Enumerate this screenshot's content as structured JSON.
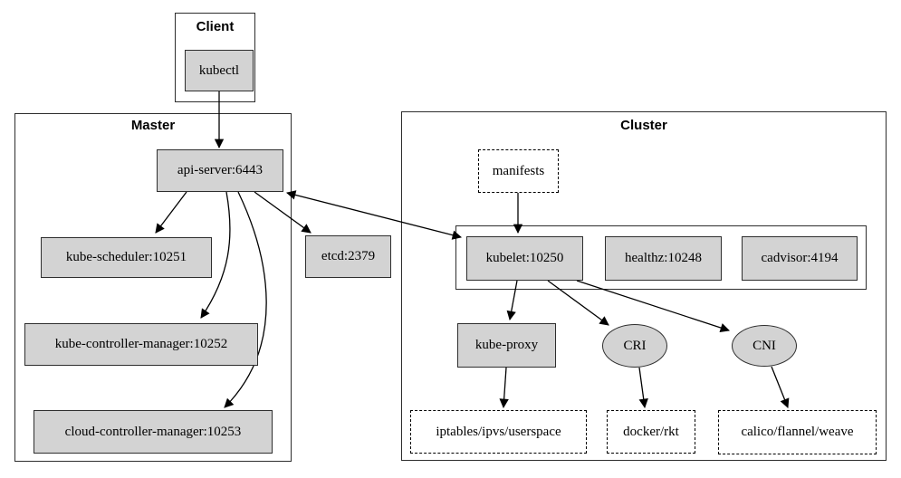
{
  "colors": {
    "background": "#ffffff",
    "node_fill": "#d3d3d3",
    "node_border": "#2e2e2e",
    "cluster_border": "#2d2d2d",
    "edge": "#000000",
    "text": "#000000"
  },
  "clusters": {
    "client": {
      "label": "Client"
    },
    "master": {
      "label": "Master"
    },
    "cluster": {
      "label": "Cluster"
    }
  },
  "nodes": {
    "kubectl": {
      "label": "kubectl"
    },
    "api_server": {
      "label": "api-server:6443"
    },
    "kube_scheduler": {
      "label": "kube-scheduler:10251"
    },
    "kube_controller_manager": {
      "label": "kube-controller-manager:10252"
    },
    "cloud_controller_manager": {
      "label": "cloud-controller-manager:10253"
    },
    "etcd": {
      "label": "etcd:2379"
    },
    "manifests": {
      "label": "manifests"
    },
    "kubelet": {
      "label": "kubelet:10250"
    },
    "healthz": {
      "label": "healthz:10248"
    },
    "cadvisor": {
      "label": "cadvisor:4194"
    },
    "kube_proxy": {
      "label": "kube-proxy"
    },
    "cri": {
      "label": "CRI"
    },
    "cni": {
      "label": "CNI"
    },
    "iptables": {
      "label": "iptables/ipvs/userspace"
    },
    "docker": {
      "label": "docker/rkt"
    },
    "calico": {
      "label": "calico/flannel/weave"
    }
  },
  "edges": [
    {
      "from": "kubectl",
      "to": "api-server:6443",
      "direction": "forward"
    },
    {
      "from": "api-server:6443",
      "to": "kube-scheduler:10251",
      "direction": "forward"
    },
    {
      "from": "api-server:6443",
      "to": "kube-controller-manager:10252",
      "direction": "forward"
    },
    {
      "from": "api-server:6443",
      "to": "cloud-controller-manager:10253",
      "direction": "forward"
    },
    {
      "from": "api-server:6443",
      "to": "etcd:2379",
      "direction": "forward"
    },
    {
      "from": "api-server:6443",
      "to": "kubelet:10250",
      "direction": "both"
    },
    {
      "from": "manifests",
      "to": "kubelet:10250",
      "direction": "forward"
    },
    {
      "from": "kubelet:10250",
      "to": "kube-proxy",
      "direction": "forward"
    },
    {
      "from": "kubelet:10250",
      "to": "CRI",
      "direction": "forward"
    },
    {
      "from": "kubelet:10250",
      "to": "CNI",
      "direction": "forward"
    },
    {
      "from": "kube-proxy",
      "to": "iptables/ipvs/userspace",
      "direction": "forward"
    },
    {
      "from": "CRI",
      "to": "docker/rkt",
      "direction": "forward"
    },
    {
      "from": "CNI",
      "to": "calico/flannel/weave",
      "direction": "forward"
    }
  ]
}
